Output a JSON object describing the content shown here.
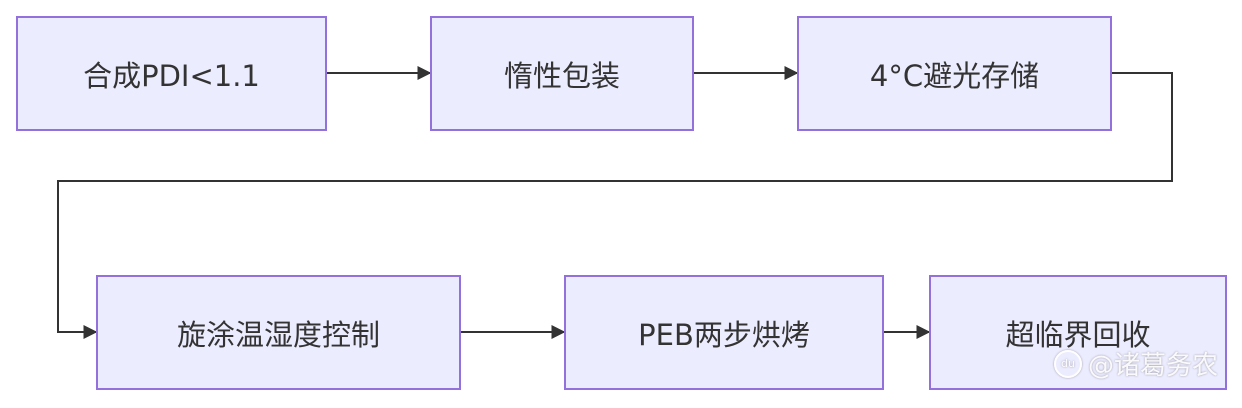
{
  "nodes": [
    {
      "id": "n1",
      "label": "合成PDI<1.1"
    },
    {
      "id": "n2",
      "label": "惰性包装"
    },
    {
      "id": "n3",
      "label": "4°C避光存储"
    },
    {
      "id": "n4",
      "label": "旋涂温湿度控制"
    },
    {
      "id": "n5",
      "label": "PEB两步烘烤"
    },
    {
      "id": "n6",
      "label": "超临界回收"
    }
  ],
  "edges": [
    {
      "from": "n1",
      "to": "n2"
    },
    {
      "from": "n2",
      "to": "n3"
    },
    {
      "from": "n3",
      "to": "n4"
    },
    {
      "from": "n4",
      "to": "n5"
    },
    {
      "from": "n5",
      "to": "n6"
    }
  ],
  "colors": {
    "node_fill": "#ECECFF",
    "node_border": "#9370DB",
    "edge": "#333333"
  },
  "watermark": {
    "text": "@诸葛务农"
  }
}
